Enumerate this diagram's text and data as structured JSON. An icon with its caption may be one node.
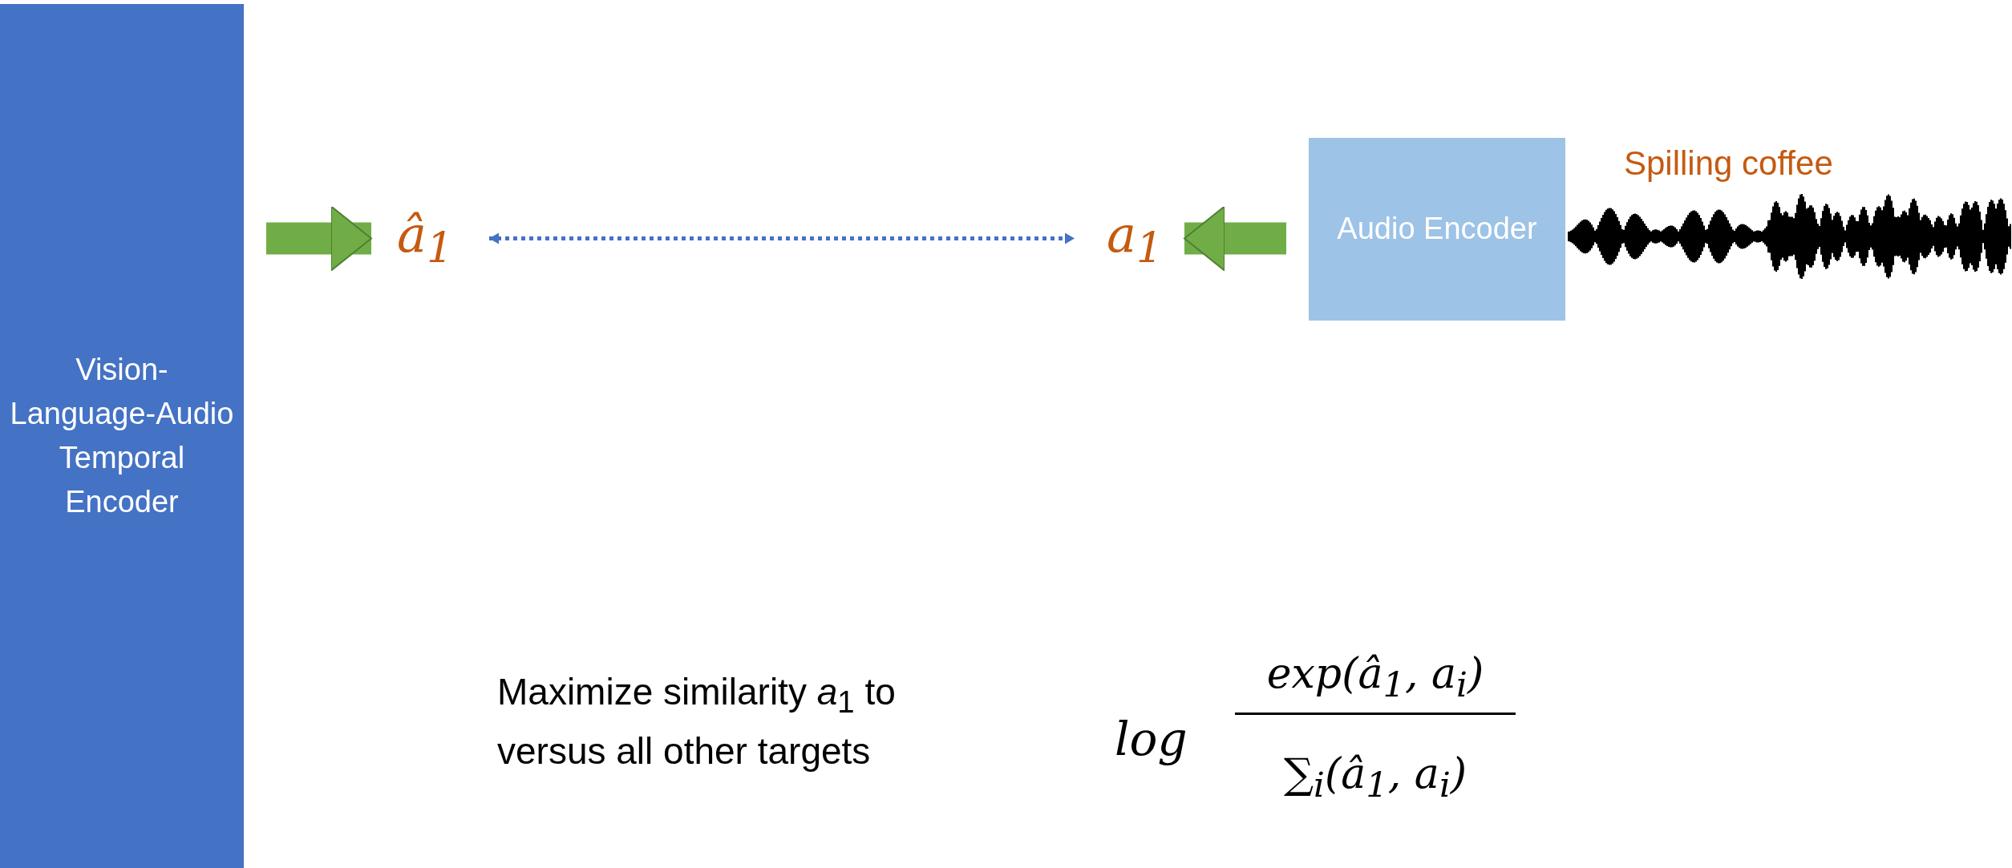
{
  "diagram": {
    "nodes": [
      {
        "text": [
          "Vision-Language-Audio Temporal Encoder"
        ]
      },
      {
        "text": [
          "â$_{1}$"
        ]
      },
      {
        "text": [
          "a$_{1}$"
        ]
      },
      {
        "text": [
          "Audio Encoder"
        ]
      },
      {
        "text": [],
        "shape": "picture",
        "beside": [
          "Spilling coffee"
        ]
      }
    ],
    "edges": [
      {
        "from": 0,
        "to": 1,
        "arrow": "to"
      },
      {
        "from": 1,
        "to": 2,
        "arrow": "both",
        "style": "dashed",
        "color": "#4472c4"
      },
      {
        "from": 3,
        "to": 2,
        "arrow": "to"
      }
    ],
    "labels": [
      "Maximize similarity *a*$_{1}$ to versus all other targets",
      "log",
      "exp(â$_{1}$, a$_{i}$)",
      "∑$_{i}$(â$_{1}$, a$_{i}$)"
    ]
  }
}
